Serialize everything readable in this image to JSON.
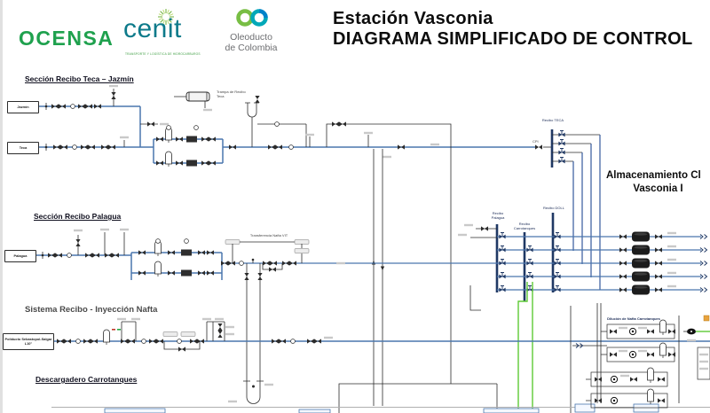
{
  "header": {
    "ocensa": "OCENSA",
    "cenit": "cenit",
    "cenit_tagline": "TRANSPORTE Y LOGÍSTICA DE HIDROCARBUROS",
    "oleoducto_line1": "Oleoducto",
    "oleoducto_line2": "de Colombia",
    "title_line1": "Estación Vasconia",
    "title_line2": "DIAGRAMA SIMPLIFICADO DE CONTROL"
  },
  "sections": {
    "teca_jazmin": "Sección Recibo Teca – Jazmín",
    "palagua": "Sección Recibo Palagua",
    "nafta": "Sistema Recibo - Inyección Nafta",
    "descargadero": "Descargadero Carrotanques",
    "almacenamiento_line1": "Almacenamiento Cl",
    "almacenamiento_line2": "Vasconia I",
    "dilucion": "Dilución de Nafta Carrotanques"
  },
  "sources": {
    "jazmin": "Jazmín",
    "teca": "Teca",
    "palagua": "Palagua",
    "poliducto": "Poliducto\nSebastopol-Salgar L10\""
  },
  "labels": {
    "trampa_teca": "Trampa de Recibo\nTeca",
    "transferencia_nafta": "Transferencia Nafta VIT",
    "recibo_teca": "Recibo TECA",
    "recibo_palagua": "Recibo\nPalagua",
    "recibo_carrotanques": "Recibo\nCarrotanques",
    "recibo_doll": "Recibo DOLL",
    "cpi": "CPI"
  },
  "colors": {
    "pipe_blue": "#4a76ad",
    "header_navy": "#1f3864",
    "line_black": "#2b2b2b",
    "pipe_green": "#5ecb35",
    "ocensa_green": "#1fa14e",
    "cenit_teal": "#0d7a8a",
    "logo_gray": "#6d6e71"
  }
}
